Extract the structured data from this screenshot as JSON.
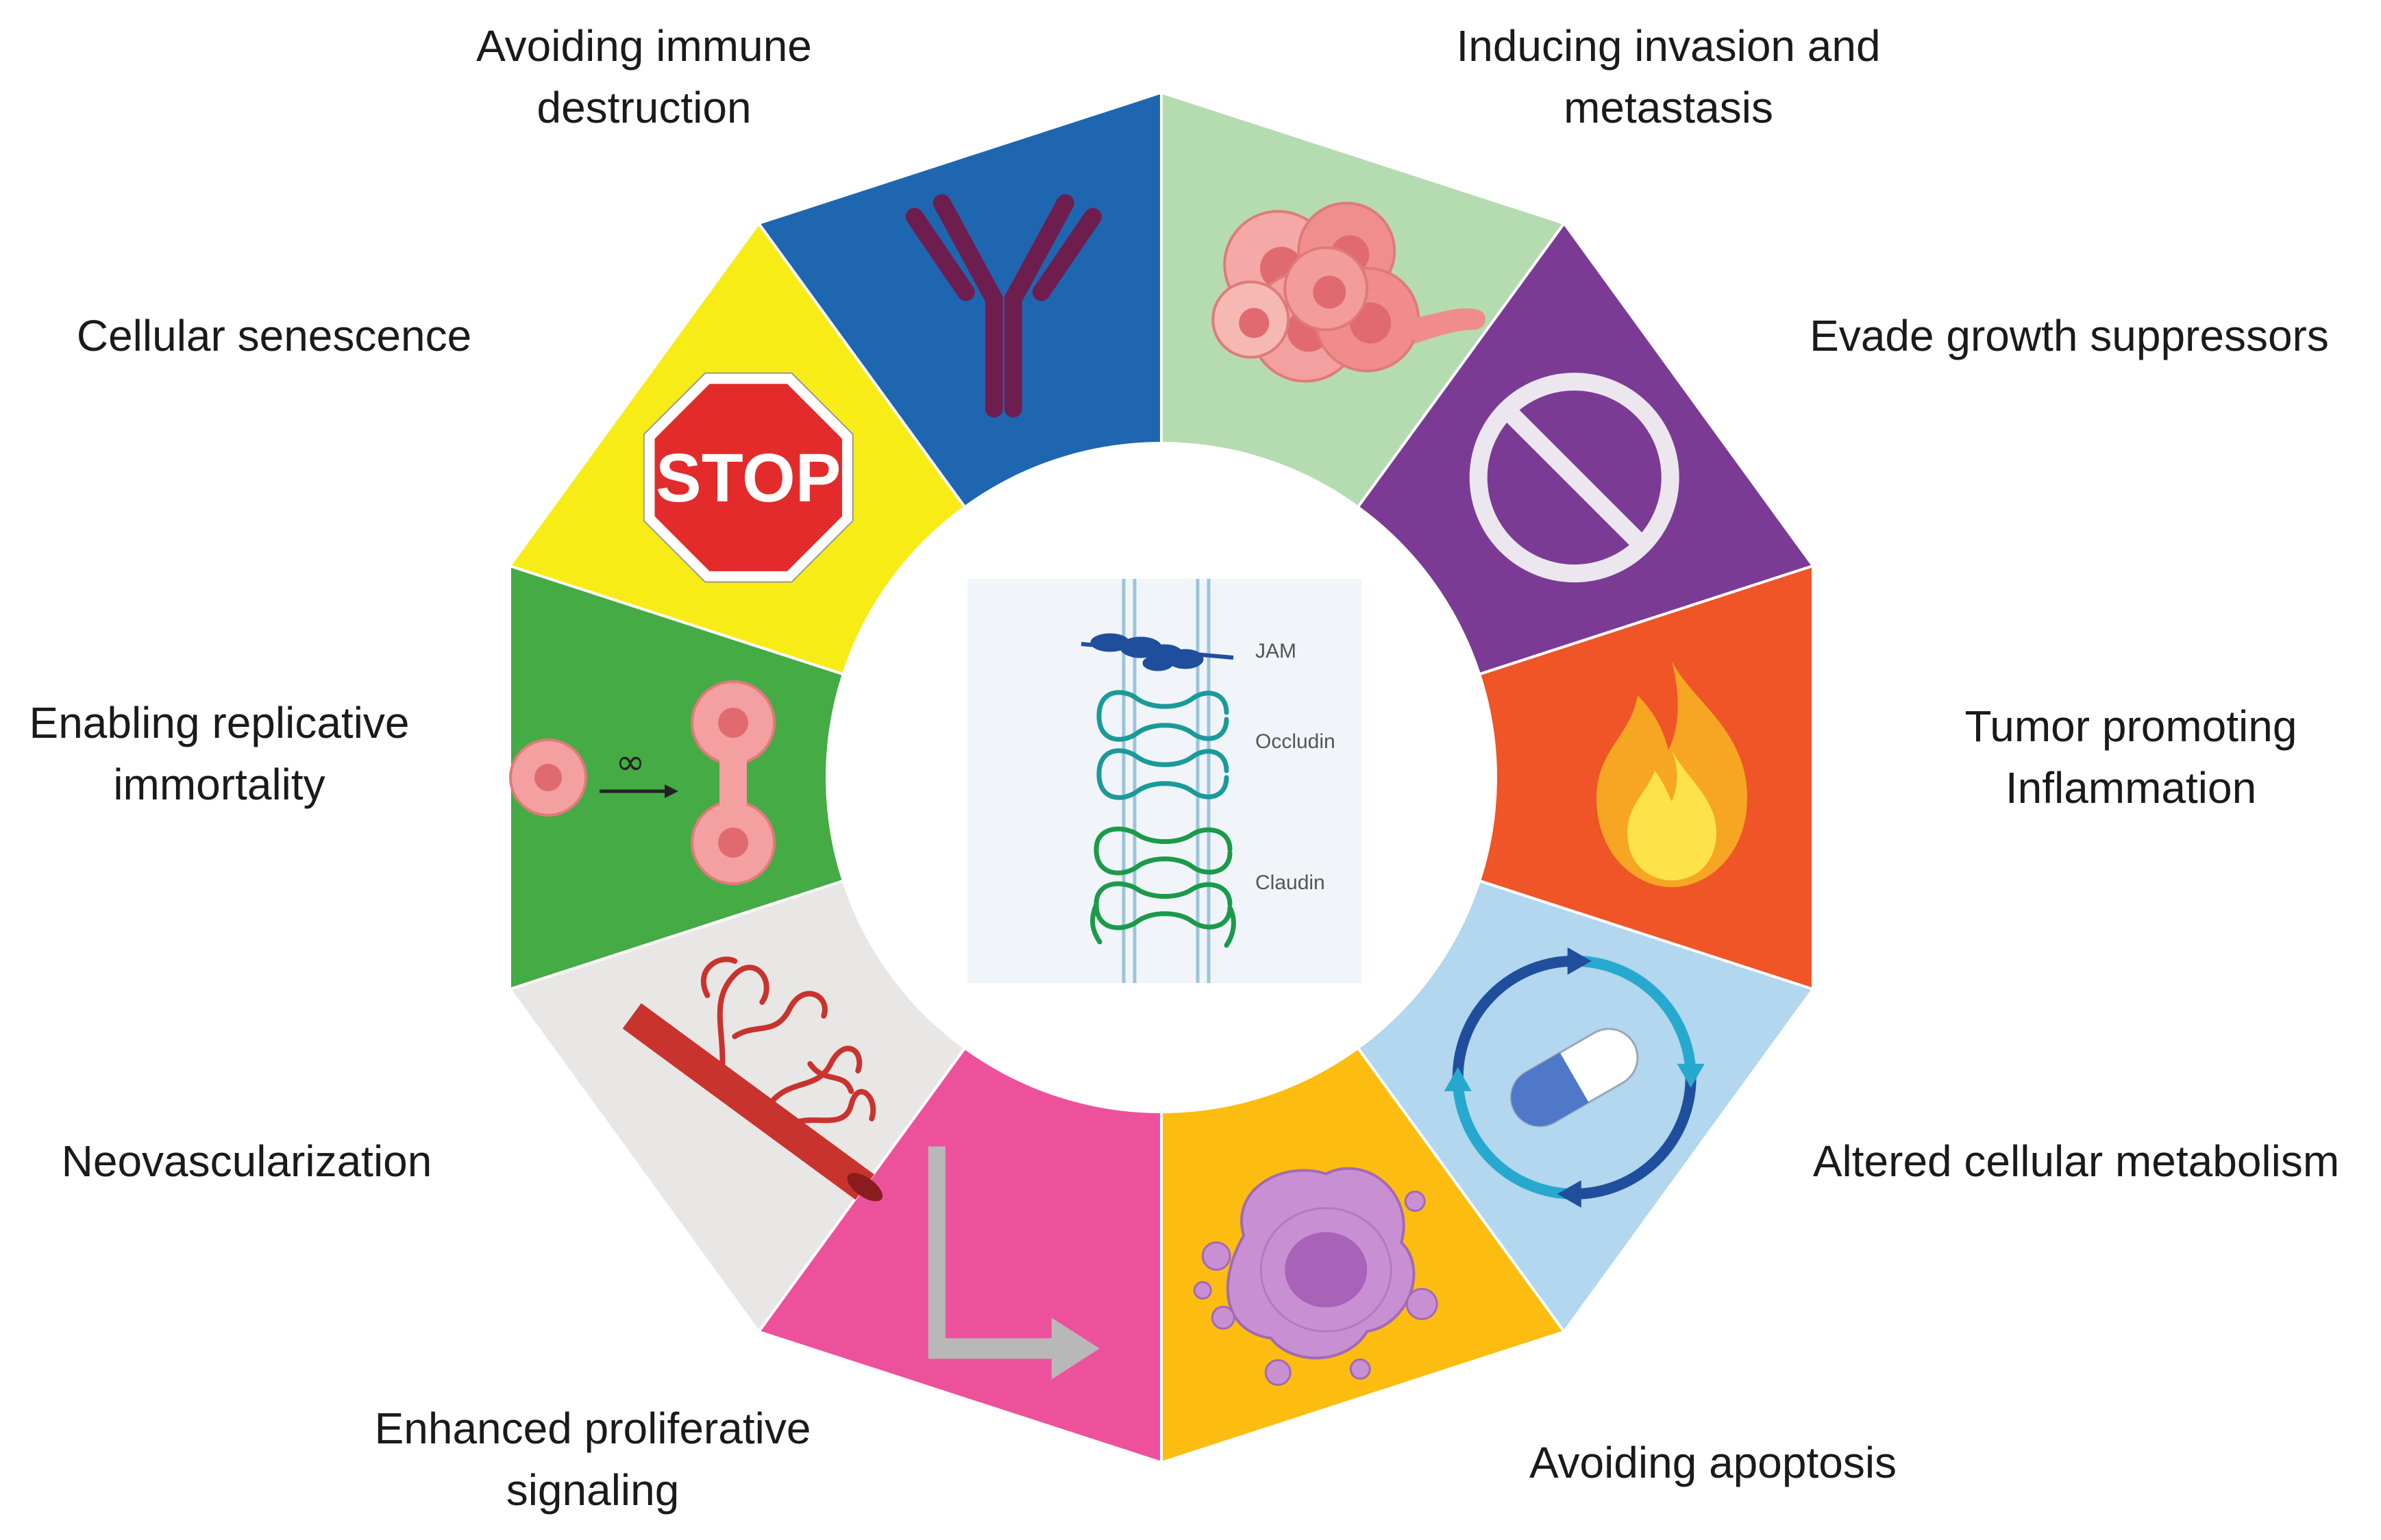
{
  "segments": [
    {
      "key": "invasion",
      "line1": "Inducing invasion and",
      "line2": "metastasis",
      "color": "#b5dcb0",
      "icon": "cell-cluster-icon"
    },
    {
      "key": "evade",
      "line1": "Evade growth suppressors",
      "line2": "",
      "color": "#7b3b95",
      "icon": "prohibition-icon"
    },
    {
      "key": "inflammation",
      "line1": "Tumor promoting",
      "line2": "Inflammation",
      "color": "#ef5526",
      "icon": "flame-icon"
    },
    {
      "key": "metabolism",
      "line1": "Altered cellular metabolism",
      "line2": "",
      "color": "#b2d7ee",
      "icon": "pill-cycle-icon"
    },
    {
      "key": "apoptosis",
      "line1": "Avoiding apoptosis",
      "line2": "",
      "color": "#fdbd10",
      "icon": "apoptotic-cell-icon"
    },
    {
      "key": "proliferative",
      "line1": "Enhanced proliferative",
      "line2": "signaling",
      "color": "#ee519b",
      "icon": "bent-arrow-icon"
    },
    {
      "key": "neovasc",
      "line1": "Neovascularization",
      "line2": "",
      "color": "#e9e7e6",
      "icon": "blood-vessel-icon"
    },
    {
      "key": "immortality",
      "line1": "Enabling replicative",
      "line2": "immortality",
      "color": "#45ab45",
      "icon": "dividing-cell-icon"
    },
    {
      "key": "senescence",
      "line1": "Cellular senescence",
      "line2": "",
      "color": "#f7ec16",
      "icon": "stop-sign-icon"
    },
    {
      "key": "immune",
      "line1": "Avoiding immune",
      "line2": "destruction",
      "color": "#1f66b1",
      "icon": "antibody-icon"
    }
  ],
  "icons": {
    "stop_text": "STOP",
    "infinity": "∞"
  },
  "center": {
    "jam": "JAM",
    "occludin": "Occludin",
    "claudin": "Claudin"
  }
}
